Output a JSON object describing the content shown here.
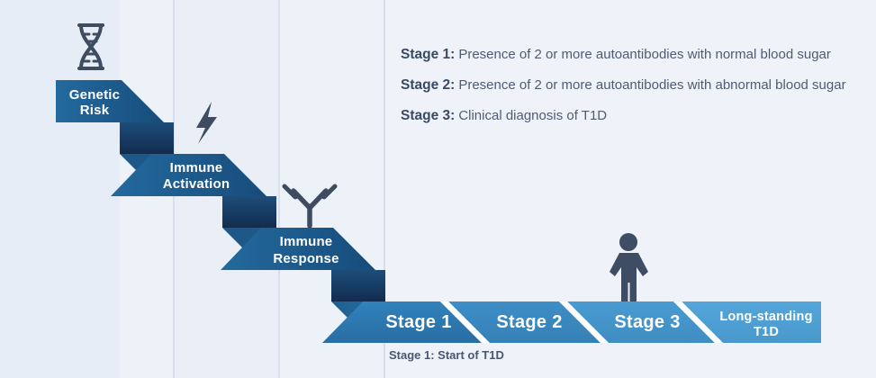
{
  "diagram_title": "T1D stages staircase infographic",
  "palette": {
    "background": "#eff2f9",
    "background_columns": [
      "#e6edf6",
      "#edf2f9",
      "#eaeff7",
      "#edf1f8",
      "#eff2f9"
    ],
    "grid_line": "#d7dfec",
    "tread_blue": "#1e6093",
    "tread_blue_dark": "#164c7b",
    "riser_navy": "#16375d",
    "ribbon_blue": "#1d5888",
    "stage1_blue": "#2d7ab3",
    "stage2_blue": "#3a8ac2",
    "stage3_blue": "#4597ce",
    "stage4_blue": "#4fa0d6",
    "separator_white": "#ffffff",
    "icon_slate": "#3d4c61",
    "label_white": "#ffffff",
    "text_navy": "#3a4a63",
    "text_gray": "#4e5c73"
  },
  "icons": {
    "step1": "dna-icon",
    "step2": "lightning-icon",
    "step3": "antibody-icon",
    "stage3_marker": "person-icon"
  },
  "steps": [
    {
      "line1": "Genetic",
      "line2": "Risk"
    },
    {
      "line1": "Immune",
      "line2": "Activation"
    },
    {
      "line1": "Immune",
      "line2": "Response"
    }
  ],
  "stages": [
    {
      "label": "Stage 1"
    },
    {
      "label": "Stage 2"
    },
    {
      "label": "Stage 3"
    },
    {
      "line1": "Long-standing",
      "line2": "T1D"
    }
  ],
  "legend": {
    "items": [
      {
        "prefix": "Stage 1:",
        "text": "Presence of 2 or more autoantibodies with normal blood sugar"
      },
      {
        "prefix": "Stage 2:",
        "text": "Presence of 2 or more autoantibodies with abnormal blood sugar"
      },
      {
        "prefix": "Stage 3:",
        "text": "Clinical diagnosis of T1D"
      }
    ]
  },
  "caption": "Stage 1: Start of T1D"
}
